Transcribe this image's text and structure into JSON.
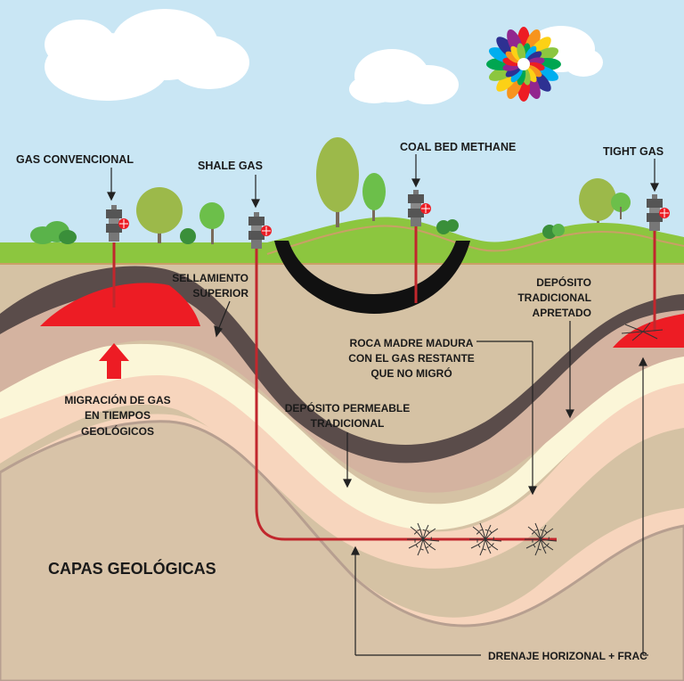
{
  "labels": {
    "gas_convencional": "GAS CONVENCIONAL",
    "shale_gas": "SHALE GAS",
    "coal_bed_methane": "COAL BED METHANE",
    "tight_gas": "TIGHT GAS",
    "sellamiento": [
      "SELLAMIENTO",
      "SUPERIOR"
    ],
    "deposito_apretado": [
      "DEPÓSITO",
      "TRADICIONAL",
      "APRETADO"
    ],
    "roca_madre": [
      "ROCA MADRE MADURA",
      "CON EL GAS RESTANTE",
      "QUE NO MIGRÓ"
    ],
    "migracion": [
      "MIGRACIÓN DE GAS",
      "EN TIEMPOS",
      "GEOLÓGICOS"
    ],
    "deposito_permeable": [
      "DEPÓSITO PERMEABLE",
      "TRADICIONAL"
    ],
    "capas": "CAPAS GEOLÓGICAS",
    "drenaje": "DRENAJE HORIZONAL + FRAC"
  },
  "colors": {
    "sky": "#c9e6f4",
    "grass": "#8cc63f",
    "soil": "#d5c2a4",
    "seal_layer": "#5a4c4a",
    "gas": "#ed1c24",
    "pipe": "#c1272d",
    "cream_layer": "#fbf6d8",
    "peach_layer": "#f7d5bd",
    "deep_layer": "#d8c3a8"
  }
}
